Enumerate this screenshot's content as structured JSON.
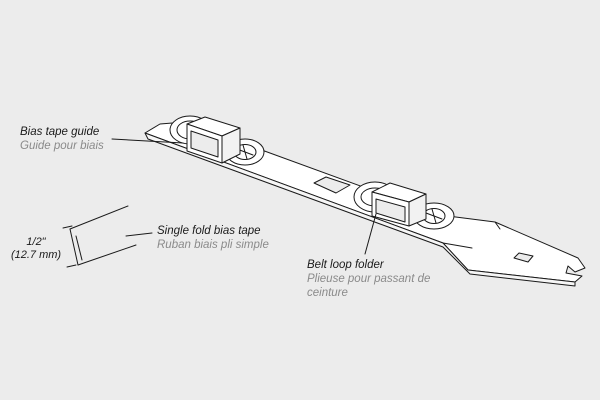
{
  "labels": {
    "bias_tape_guide": {
      "en": "Bias tape guide",
      "fr": "Guide pour biais"
    },
    "single_fold_bias_tape": {
      "en": "Single fold bias tape",
      "fr": "Ruban biais pli simple"
    },
    "belt_loop_folder": {
      "en": "Belt loop folder",
      "fr_line1": "Plieuse pour passant de",
      "fr_line2": "ceinture"
    },
    "dimension": {
      "inch": "1/2\"",
      "mm": "(12.7 mm)"
    }
  },
  "colors": {
    "background": "#ececec",
    "line": "#1a1a1a",
    "fill": "#ffffff",
    "secondary_text": "#8a8a8a"
  }
}
